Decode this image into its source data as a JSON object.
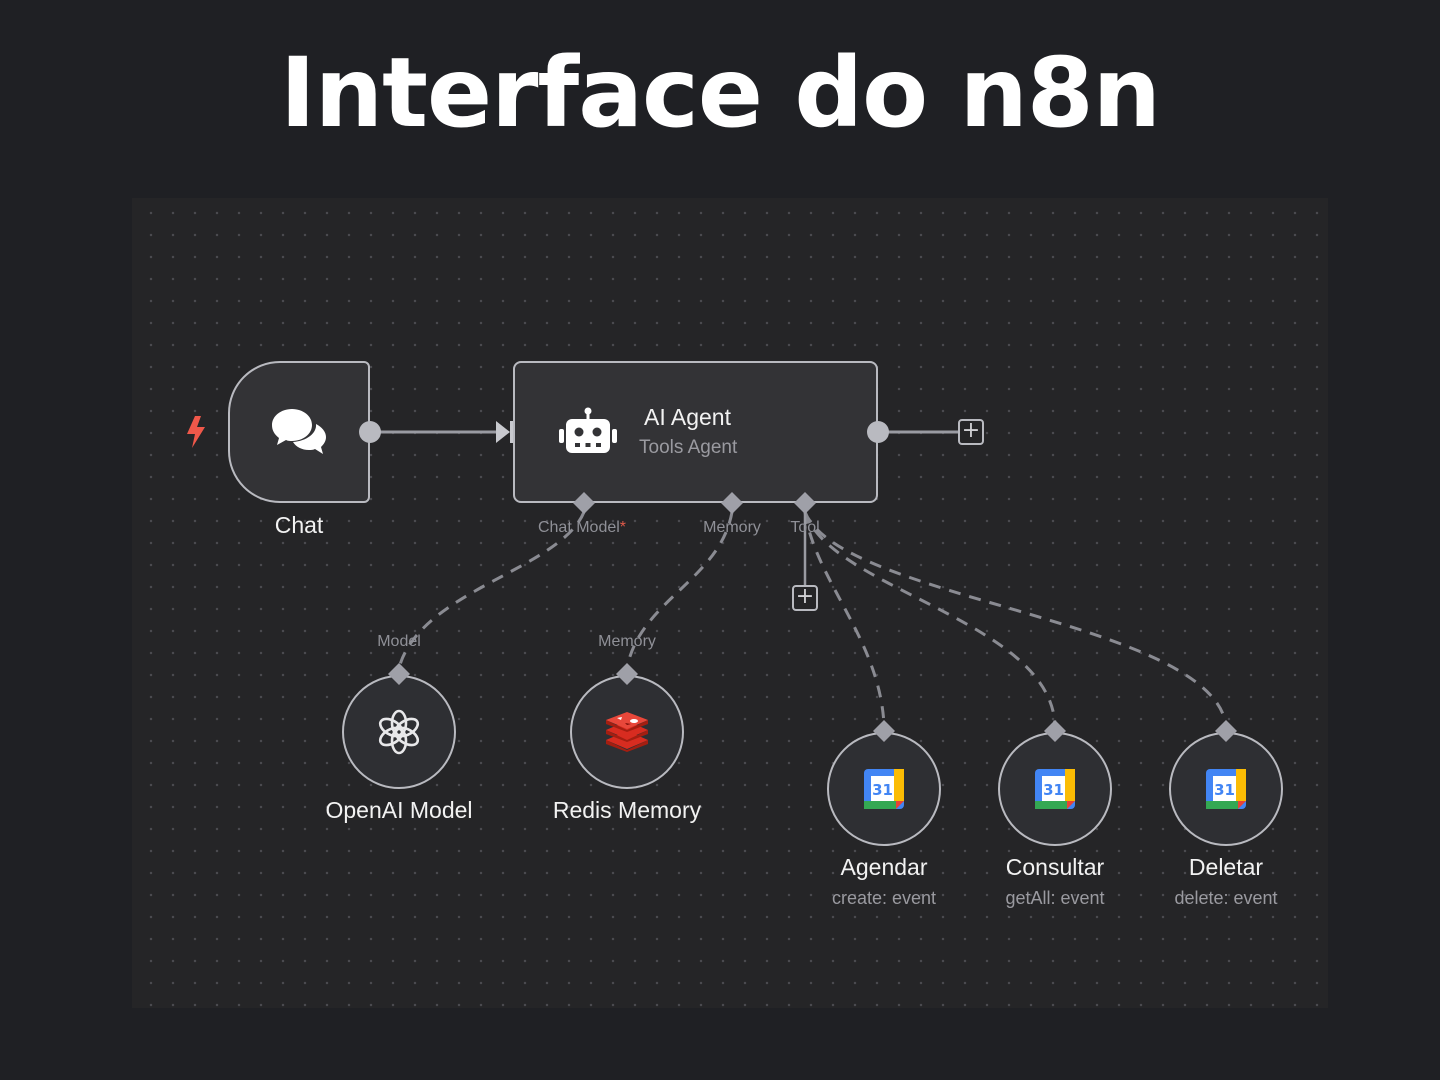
{
  "page": {
    "title": "Interface do n8n"
  },
  "nodes": {
    "chat": {
      "name": "Chat",
      "icon": "chat-bubbles-icon",
      "trigger_icon": "lightning-bolt-icon"
    },
    "agent": {
      "name": "AI Agent",
      "subtitle": "Tools Agent",
      "icon": "robot-icon",
      "ports": {
        "chat_model": "Chat Model",
        "required_mark": "*",
        "memory": "Memory",
        "tool": "Tool"
      }
    },
    "openai": {
      "name": "OpenAI Model",
      "port": "Model",
      "icon": "openai-icon"
    },
    "redis": {
      "name": "Redis Memory",
      "port": "Memory",
      "icon": "redis-icon"
    },
    "agendar": {
      "name": "Agendar",
      "subtitle": "create: event",
      "icon": "google-calendar-icon",
      "calendar_day": "31"
    },
    "consultar": {
      "name": "Consultar",
      "subtitle": "getAll: event",
      "icon": "google-calendar-icon",
      "calendar_day": "31"
    },
    "deletar": {
      "name": "Deletar",
      "subtitle": "delete: event",
      "icon": "google-calendar-icon",
      "calendar_day": "31"
    }
  },
  "buttons": {
    "add_symbol": "+"
  },
  "colors": {
    "background": "#1f2024",
    "canvas": "#252527",
    "node_fill": "#333336",
    "node_border": "#b9bac0",
    "trigger_bolt": "#f0584a",
    "redis_red": "#d82c20",
    "gcal_blue": "#4285f4",
    "gcal_green": "#34a853",
    "gcal_yellow": "#fbbc04",
    "gcal_red": "#ea4335"
  }
}
